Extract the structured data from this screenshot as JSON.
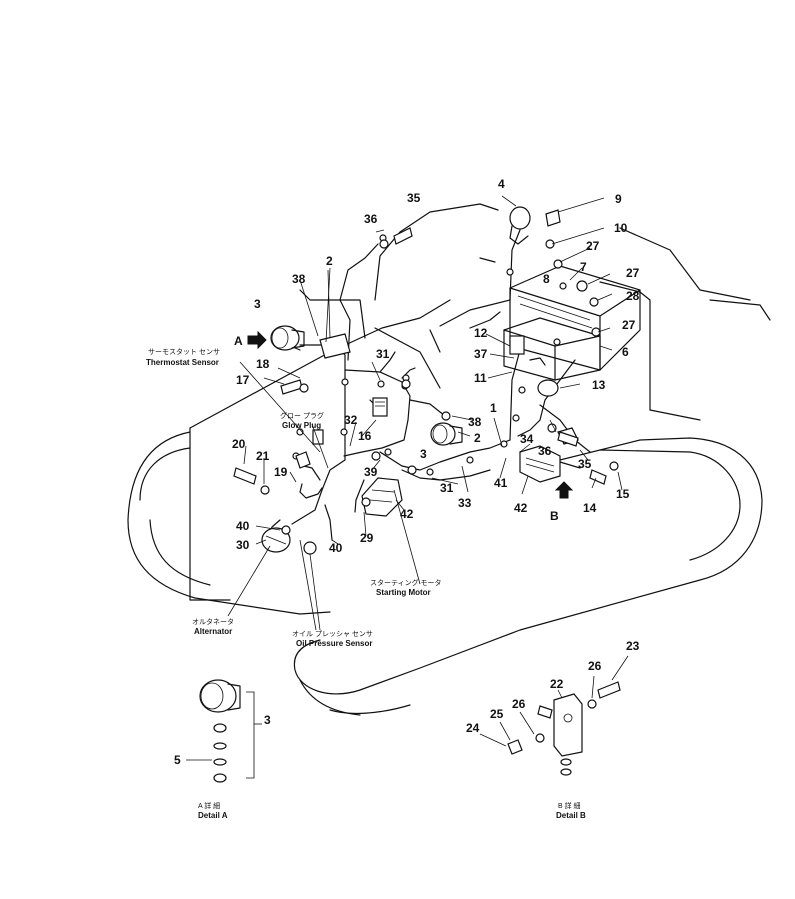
{
  "diagram": {
    "captions": {
      "thermostat_jp": "サーモスタット センサ",
      "thermostat_en": "Thermostat Sensor",
      "glow_jp": "グロー プラグ",
      "glow_en": "Glow Plug",
      "starting_jp": "スターティング モータ",
      "starting_en": "Starting Motor",
      "alternator_jp": "オルタネータ",
      "alternator_en": "Alternator",
      "oil_jp": "オイル プレッシャ センサ",
      "oil_en": "Oil Pressure Sensor",
      "detail_a_jp": "A 詳 細",
      "detail_a_en": "Detail A",
      "detail_b_jp": "B 詳 細",
      "detail_b_en": "Detail B",
      "view_a": "A",
      "view_b": "B"
    },
    "callouts": {
      "c1": "1",
      "c2a": "2",
      "c2b": "2",
      "c3a": "3",
      "c3b": "3",
      "c3c": "3",
      "c4": "4",
      "c5": "5",
      "c6": "6",
      "c7": "7",
      "c8": "8",
      "c9": "9",
      "c10": "10",
      "c11": "11",
      "c12": "12",
      "c13": "13",
      "c14": "14",
      "c15": "15",
      "c16": "16",
      "c17": "17",
      "c18": "18",
      "c19": "19",
      "c20": "20",
      "c21": "21",
      "c22": "22",
      "c23": "23",
      "c24": "24",
      "c25": "25",
      "c26a": "26",
      "c26b": "26",
      "c27a": "27",
      "c27b": "27",
      "c27c": "27",
      "c28": "28",
      "c29": "29",
      "c30": "30",
      "c31a": "31",
      "c31b": "31",
      "c32": "32",
      "c33": "33",
      "c34": "34",
      "c35a": "35",
      "c35b": "35",
      "c36a": "36",
      "c36b": "36",
      "c37": "37",
      "c38a": "38",
      "c38b": "38",
      "c39": "39",
      "c40a": "40",
      "c40b": "40",
      "c41": "41",
      "c42a": "42",
      "c42b": "42"
    }
  }
}
